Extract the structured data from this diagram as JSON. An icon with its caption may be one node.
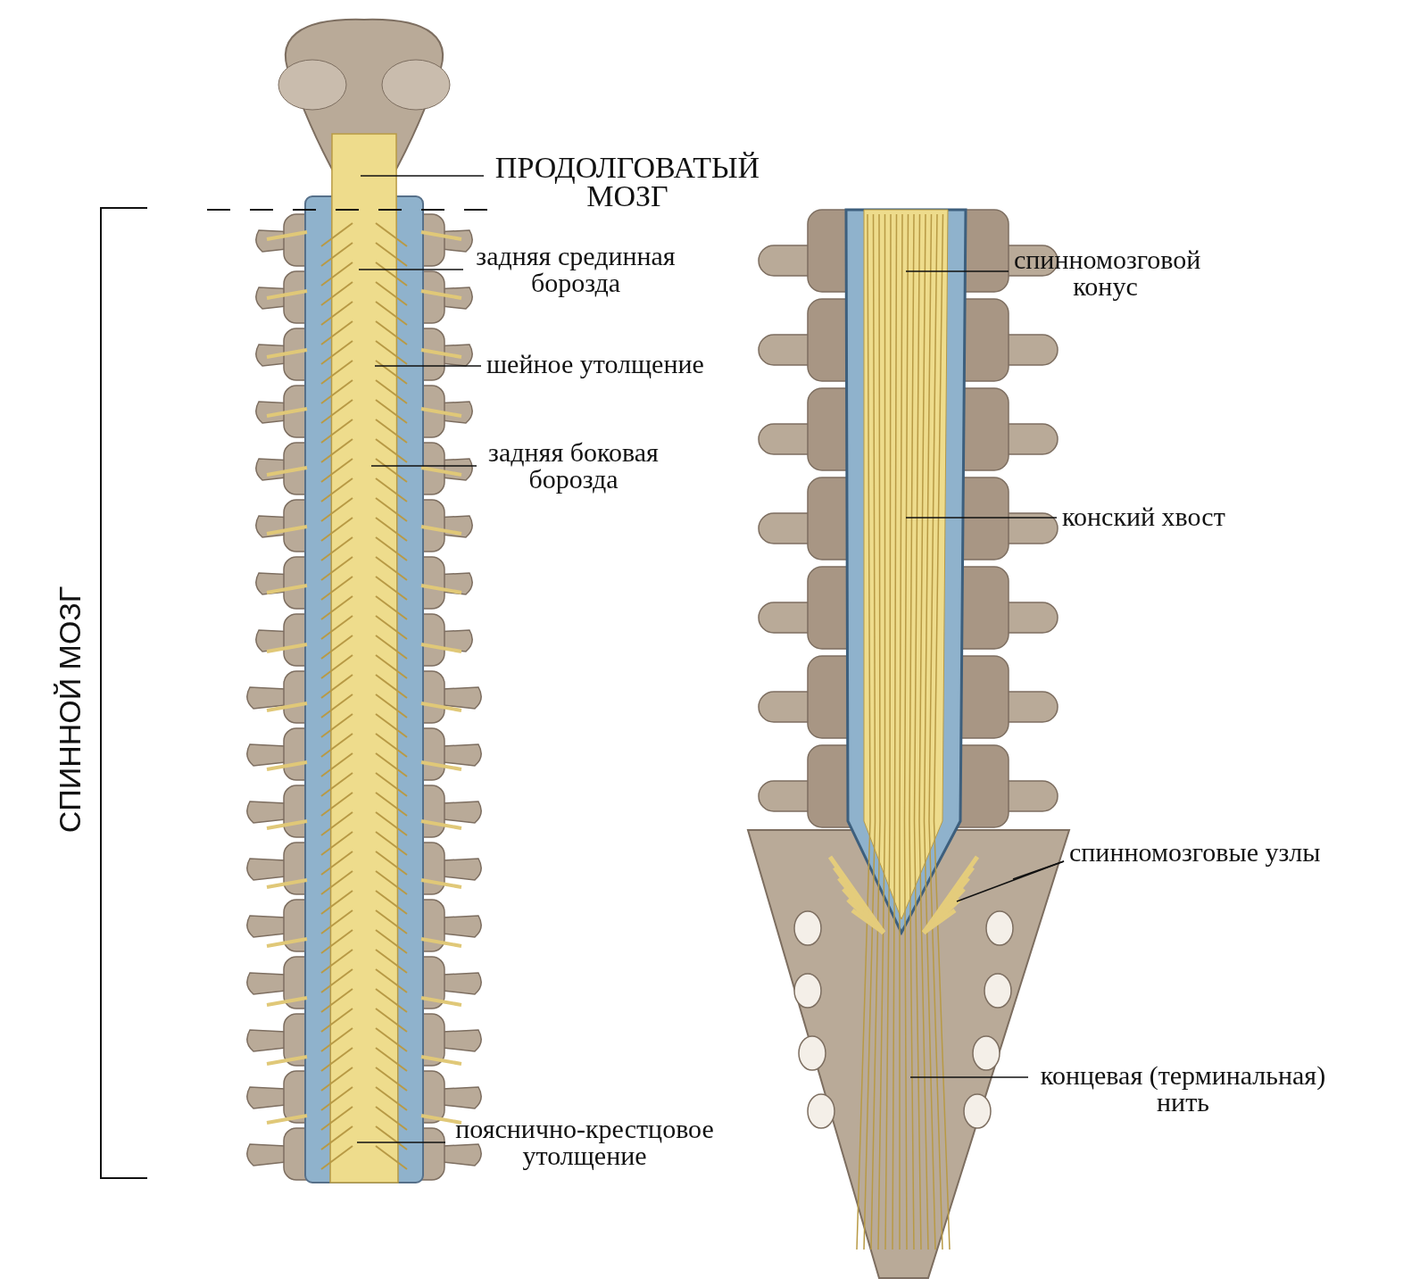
{
  "diagram": {
    "nodes": [
      {
        "text": [
          "ПРОДОЛГОВАТЫЙ МОЗГ"
        ]
      },
      {
        "text": [
          "задняя срединная борозда"
        ]
      },
      {
        "text": [
          "шейное утолщение"
        ]
      },
      {
        "text": [
          "задняя боковая борозда"
        ]
      },
      {
        "text": [
          "пояснично-крестцовое утолщение"
        ]
      },
      {
        "text": [
          "спинномозговой конус"
        ]
      },
      {
        "text": [
          "конский хвост"
        ]
      },
      {
        "text": [
          "спинномозговые узлы"
        ]
      },
      {
        "text": [
          "концевая (терминальная) нить"
        ]
      }
    ],
    "edges": [
      {
        "from": 0,
        "to": null,
        "arrow": "none"
      },
      {
        "from": 1,
        "to": null,
        "arrow": "none"
      },
      {
        "from": 2,
        "to": null,
        "arrow": "none"
      },
      {
        "from": 3,
        "to": null,
        "arrow": "none"
      },
      {
        "from": 4,
        "to": null,
        "arrow": "none"
      },
      {
        "from": 5,
        "to": null,
        "arrow": "none"
      },
      {
        "from": 6,
        "to": null,
        "arrow": "none"
      },
      {
        "from": 7,
        "to": null,
        "arrow": "none"
      },
      {
        "from": 7,
        "to": null,
        "arrow": "none"
      },
      {
        "from": 8,
        "to": null,
        "arrow": "none"
      }
    ],
    "labels": [
      "СПИННОЙ МОЗГ"
    ]
  }
}
